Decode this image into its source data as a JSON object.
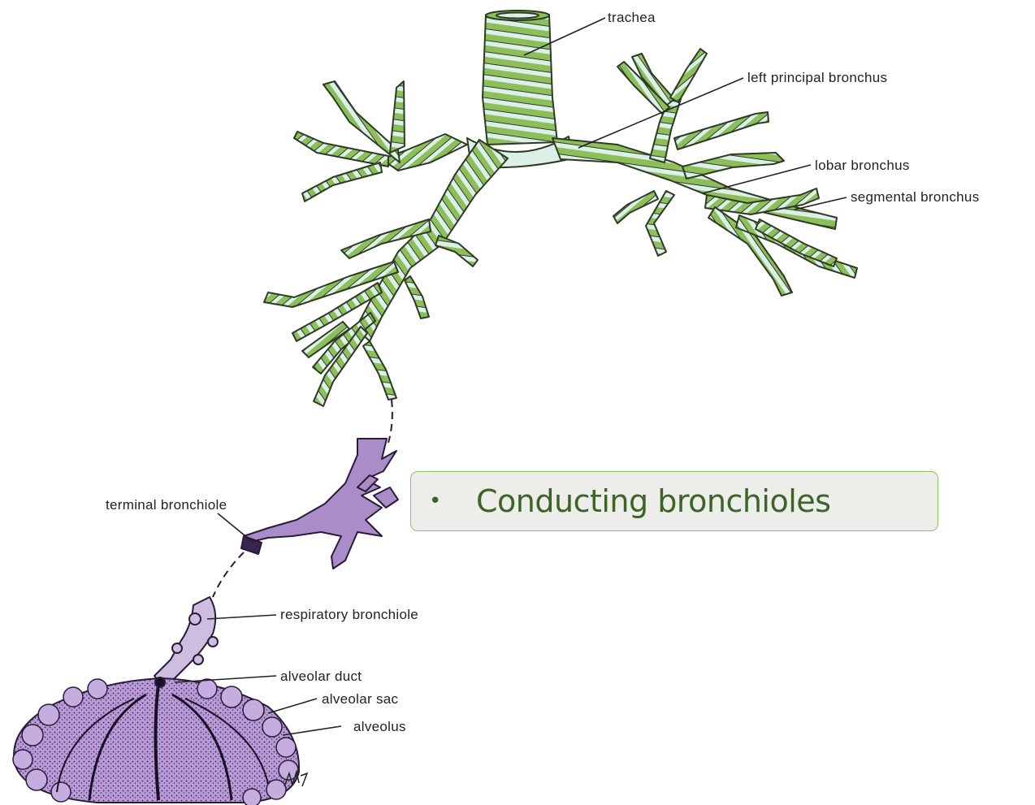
{
  "labels": {
    "trachea": "trachea",
    "left_principal_bronchus": "left principal bronchus",
    "lobar_bronchus": "lobar bronchus",
    "segmental_bronchus": "segmental bronchus",
    "terminal_bronchiole": "terminal bronchiole",
    "respiratory_bronchiole": "respiratory bronchiole",
    "alveolar_duct": "alveolar duct",
    "alveolar_sac": "alveolar sac",
    "alveolus": "alveolus"
  },
  "callout": {
    "bullet": "•",
    "text": "Conducting bronchioles"
  },
  "colors": {
    "airway_green": "#8cbf5a",
    "airway_stripe": "#dcefe9",
    "bronchiole_purple": "#a98cc8",
    "respiratory_lilac": "#cdbde0",
    "alveoli_purple": "#b89ad6",
    "callout_text": "#3d6426",
    "callout_border": "#8fc06a"
  }
}
